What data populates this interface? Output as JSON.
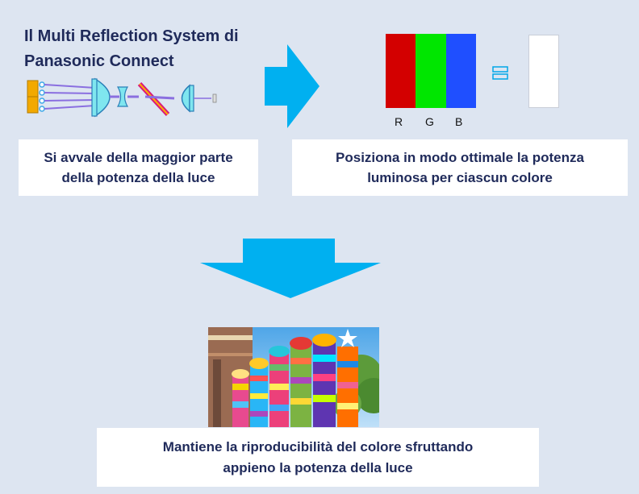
{
  "title": "Il Multi Reflection System di Panasonic Connect",
  "left_box": {
    "line1": "Si avvale della maggior parte",
    "line2": "della potenza della luce"
  },
  "right_box": {
    "line1": "Posiziona in modo ottimale la potenza",
    "line2": "luminosa per ciascun colore"
  },
  "bottom_box": {
    "line1": "Mantiene la riproducibilità del colore sfruttando",
    "line2": "appieno la potenza della luce"
  },
  "rgb_labels": [
    "R",
    "G",
    "B"
  ],
  "colors": {
    "background": "#dde5f1",
    "text": "#1f2a5a",
    "arrow": "#00b0f0",
    "red": "#d30000",
    "green": "#00e600",
    "blue": "#1f4fff"
  },
  "icons": {
    "optics": "optical-path-diagram-icon",
    "equals": "equals-icon",
    "photo": "tanabata-streamers-photo"
  }
}
